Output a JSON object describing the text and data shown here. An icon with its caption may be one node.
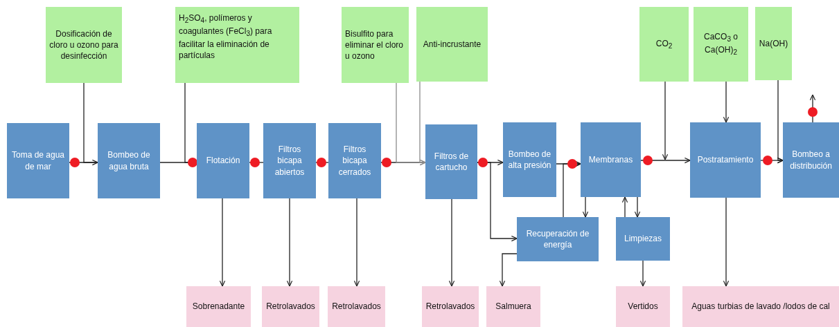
{
  "diagram": {
    "nodes": [
      {
        "text": [
          "Dosificación de cloro u ozono para desinfección"
        ]
      },
      {
        "text": [
          "H$_{2}$SO$_{4}$, polímeros y coagulantes (FeCl$_{3}$) para facilitar la eliminación de partículas"
        ]
      },
      {
        "text": [
          "Bisulfito para eliminar el cloro u ozono"
        ]
      },
      {
        "text": [
          "Anti-incrustante"
        ]
      },
      {
        "text": [
          "CO$_{2}$"
        ]
      },
      {
        "text": [
          "CaCO$_{3}$ o Ca(OH)$_{2}$"
        ]
      },
      {
        "text": [
          "Na(OH)"
        ]
      },
      {
        "text": [
          "Toma de agua de mar"
        ]
      },
      {
        "text": [
          "Bombeo de agua bruta"
        ]
      },
      {
        "text": [
          "Flotación"
        ]
      },
      {
        "text": [
          "Filtros bicapa abiertos"
        ]
      },
      {
        "text": [
          "Filtros bicapa cerrados"
        ]
      },
      {
        "text": [
          "Filtros de cartucho"
        ]
      },
      {
        "text": [
          "Bombeo de alta presión"
        ]
      },
      {
        "text": [
          "Membranas"
        ]
      },
      {
        "text": [
          "Postratamiento"
        ]
      },
      {
        "text": [
          "Bombeo a distribución"
        ]
      },
      {
        "text": [
          "Recuperación de energía"
        ]
      },
      {
        "text": [
          "Limpiezas"
        ]
      },
      {
        "text": [
          "Sobrenadante"
        ]
      },
      {
        "text": [
          "Retrolavados"
        ]
      },
      {
        "text": [
          "Retrolavados"
        ]
      },
      {
        "text": [
          "Retrolavados"
        ]
      },
      {
        "text": [
          "Salmuera"
        ]
      },
      {
        "text": [
          "Vertidos"
        ]
      },
      {
        "text": [
          "Aguas turbias de lavado /lodos de cal"
        ]
      }
    ],
    "edges": [
      {
        "from": 7,
        "to": 8,
        "arrow": "none"
      },
      {
        "from": 8,
        "to": 9,
        "arrow": "none"
      },
      {
        "from": 9,
        "to": 10,
        "arrow": "none"
      },
      {
        "from": 10,
        "to": 11,
        "arrow": "none"
      },
      {
        "from": 11,
        "to": 12,
        "arrow": "none"
      },
      {
        "from": 12,
        "to": 13,
        "arrow": "to"
      },
      {
        "from": 13,
        "to": 14,
        "arrow": "to"
      },
      {
        "from": 14,
        "to": 15,
        "arrow": "to"
      },
      {
        "from": 15,
        "to": 16,
        "arrow": "to"
      },
      {
        "from": 0,
        "to": 8,
        "arrow": "to"
      },
      {
        "from": 1,
        "to": 9,
        "arrow": "to"
      },
      {
        "from": 2,
        "to": 12,
        "arrow": "to",
        "color": "#8c8c8c"
      },
      {
        "from": 3,
        "to": 12,
        "arrow": "to",
        "color": "#8c8c8c"
      },
      {
        "from": 4,
        "to": null,
        "arrow": "to"
      },
      {
        "from": 5,
        "to": 15,
        "arrow": "to"
      },
      {
        "from": 6,
        "to": 16,
        "arrow": "to"
      },
      {
        "from": 16,
        "to": null,
        "arrow": "to"
      },
      {
        "from": 9,
        "to": 19,
        "arrow": "to"
      },
      {
        "from": 10,
        "to": 20,
        "arrow": "to"
      },
      {
        "from": 11,
        "to": 21,
        "arrow": "to"
      },
      {
        "from": 12,
        "to": 22,
        "arrow": "to"
      },
      {
        "from": 12,
        "to": 17,
        "arrow": "to"
      },
      {
        "from": 17,
        "to": 14,
        "arrow": "to"
      },
      {
        "from": 14,
        "to": 17,
        "arrow": "to"
      },
      {
        "from": 14,
        "to": 18,
        "arrow": "to"
      },
      {
        "from": 18,
        "to": 14,
        "arrow": "to"
      },
      {
        "from": 17,
        "to": 23,
        "arrow": "to"
      },
      {
        "from": 18,
        "to": 24,
        "arrow": "to"
      },
      {
        "from": 15,
        "to": 25,
        "arrow": "to"
      }
    ]
  }
}
